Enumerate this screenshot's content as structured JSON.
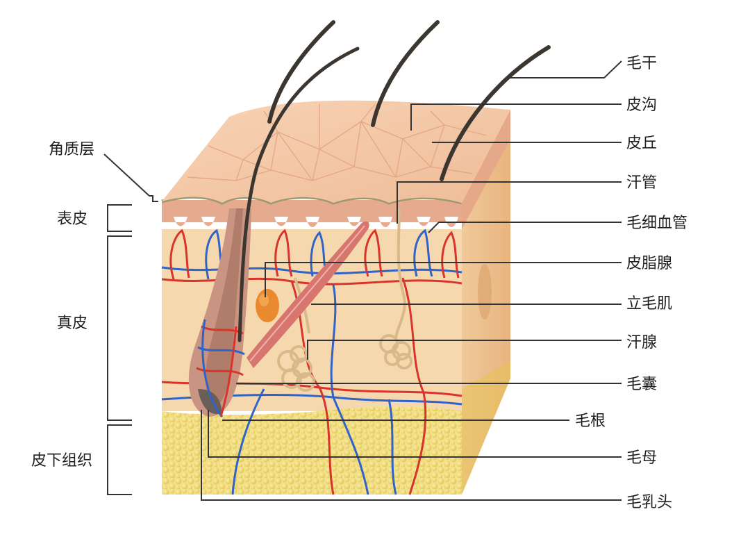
{
  "diagram": {
    "left_labels": {
      "stratum_corneum": "角质层",
      "epidermis": "表皮",
      "dermis": "真皮",
      "subcutaneous": "皮下组织"
    },
    "right_labels": {
      "hair_shaft": "毛干",
      "skin_groove": "皮沟",
      "skin_ridge": "皮丘",
      "sweat_duct": "汗管",
      "capillary": "毛细血管",
      "sebaceous_gland": "皮脂腺",
      "arrector_pili": "立毛肌",
      "sweat_gland": "汗腺",
      "hair_follicle": "毛囊",
      "hair_root": "毛根",
      "hair_matrix": "毛母",
      "hair_papilla": "毛乳头"
    },
    "colors": {
      "skin_surface": "#f4c9aa",
      "dermis": "#f6d8ae",
      "fat": "#f1dc6a",
      "artery": "#d8342b",
      "vein": "#2f63c8",
      "hair": "#3c3630"
    }
  }
}
